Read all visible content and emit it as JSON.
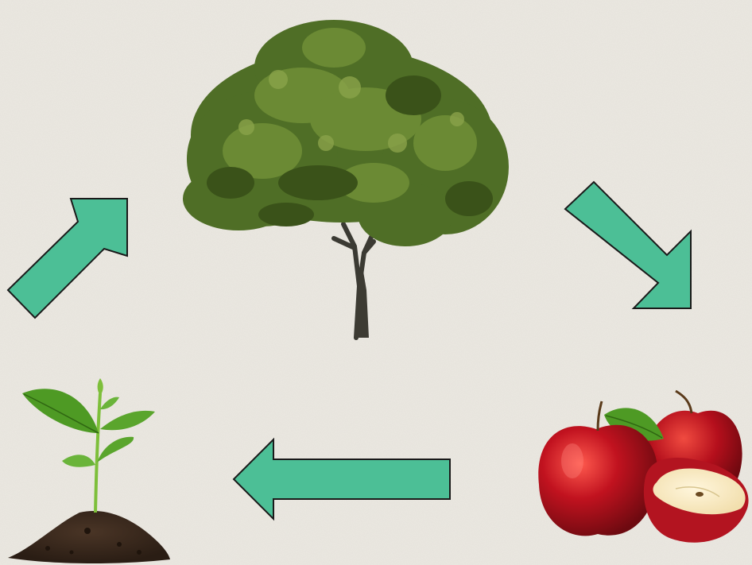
{
  "diagram": {
    "stages": [
      {
        "id": "tree",
        "icon": "tree-icon"
      },
      {
        "id": "fruit",
        "icon": "apples-icon"
      },
      {
        "id": "seedling",
        "icon": "seedling-icon"
      }
    ],
    "arrows": [
      {
        "from": "tree",
        "to": "fruit",
        "direction": "down-right"
      },
      {
        "from": "fruit",
        "to": "seedling",
        "direction": "left"
      },
      {
        "from": "seedling",
        "to": "tree",
        "direction": "up-right"
      }
    ]
  },
  "colors": {
    "background": "#ece9e2",
    "arrow_fill": "#4cbf96",
    "arrow_stroke": "#1a1a1a",
    "foliage": "#4f6e26",
    "apple_red": "#c1121f",
    "soil": "#3b2a1e",
    "leaf_green": "#4e9a24"
  }
}
